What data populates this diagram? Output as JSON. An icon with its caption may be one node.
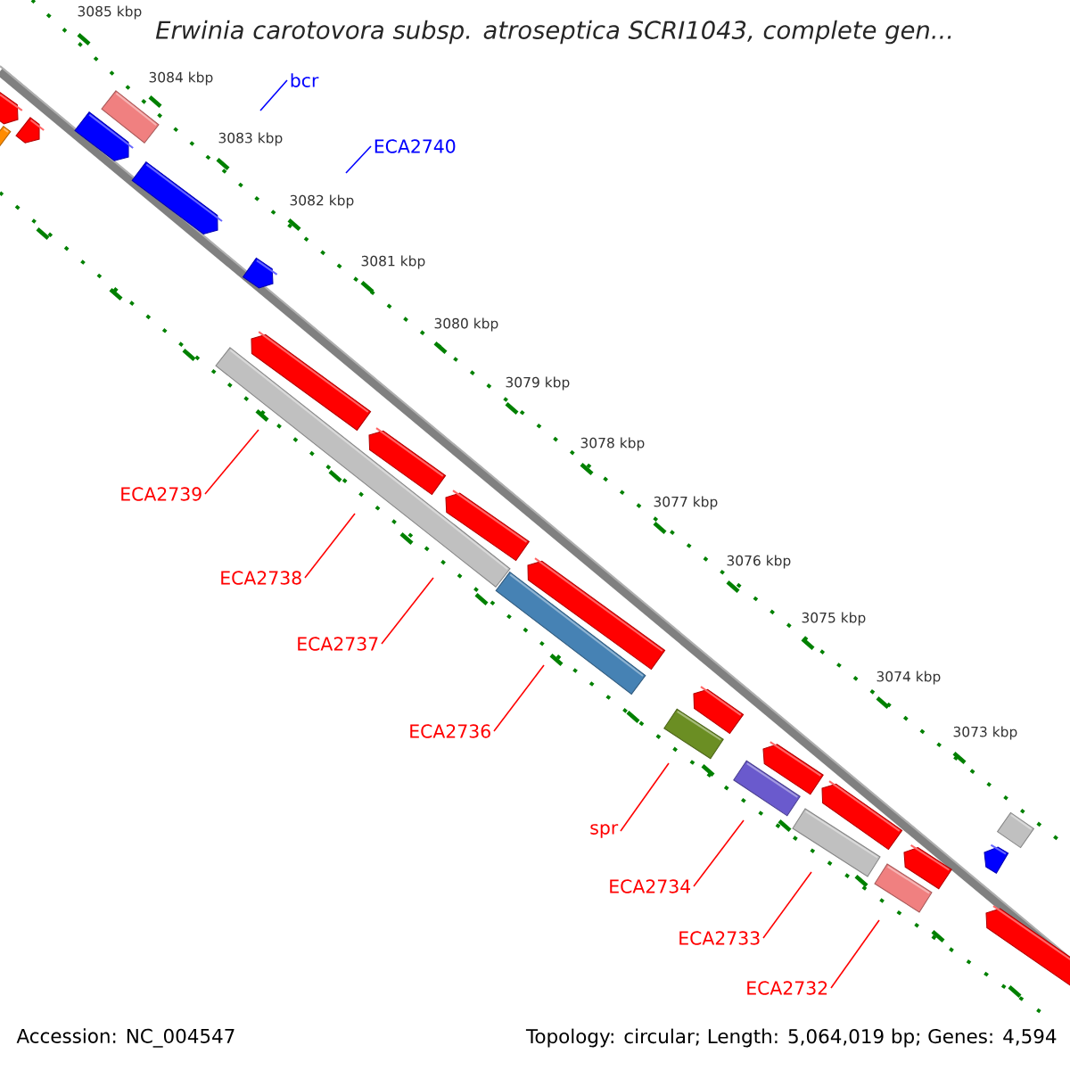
{
  "diagram": {
    "title": "Erwinia carotovora subsp. atroseptica SCRI1043, complete gen...",
    "nodes": [
      {
        "text": [
          "bcr"
        ]
      },
      {
        "text": [
          "ECA2740"
        ]
      },
      {
        "text": [
          "ECA2739"
        ]
      },
      {
        "text": [
          "ECA2738"
        ]
      },
      {
        "text": [
          "ECA2737"
        ]
      },
      {
        "text": [
          "ECA2736"
        ]
      },
      {
        "text": [
          "spr"
        ]
      },
      {
        "text": [
          "ECA2734"
        ]
      },
      {
        "text": [
          "ECA2733"
        ]
      },
      {
        "text": [
          "ECA2732"
        ]
      }
    ],
    "edges": [
      {
        "from": 0,
        "to": null,
        "arrow": "none",
        "color": "#0000ff"
      },
      {
        "from": 1,
        "to": null,
        "arrow": "none",
        "color": "#0000ff"
      },
      {
        "from": 2,
        "to": null,
        "arrow": "none"
      },
      {
        "from": 3,
        "to": null,
        "arrow": "none"
      },
      {
        "from": 4,
        "to": null,
        "arrow": "none"
      },
      {
        "from": 5,
        "to": null,
        "arrow": "none"
      },
      {
        "from": 6,
        "to": null,
        "arrow": "none"
      },
      {
        "from": 7,
        "to": null,
        "arrow": "none"
      },
      {
        "from": 8,
        "to": null,
        "arrow": "none"
      },
      {
        "from": 9,
        "to": null,
        "arrow": "none"
      }
    ],
    "labels": [
      "3085 kbp",
      "3084 kbp",
      "3083 kbp",
      "3082 kbp",
      "3081 kbp",
      "3080 kbp",
      "3079 kbp",
      "3078 kbp",
      "3077 kbp",
      "3076 kbp",
      "3075 kbp",
      "3074 kbp",
      "3073 kbp",
      "Accession: NC_004547",
      "Topology: circular; Length: 5,064,019 bp; Genes: 4,594"
    ]
  }
}
